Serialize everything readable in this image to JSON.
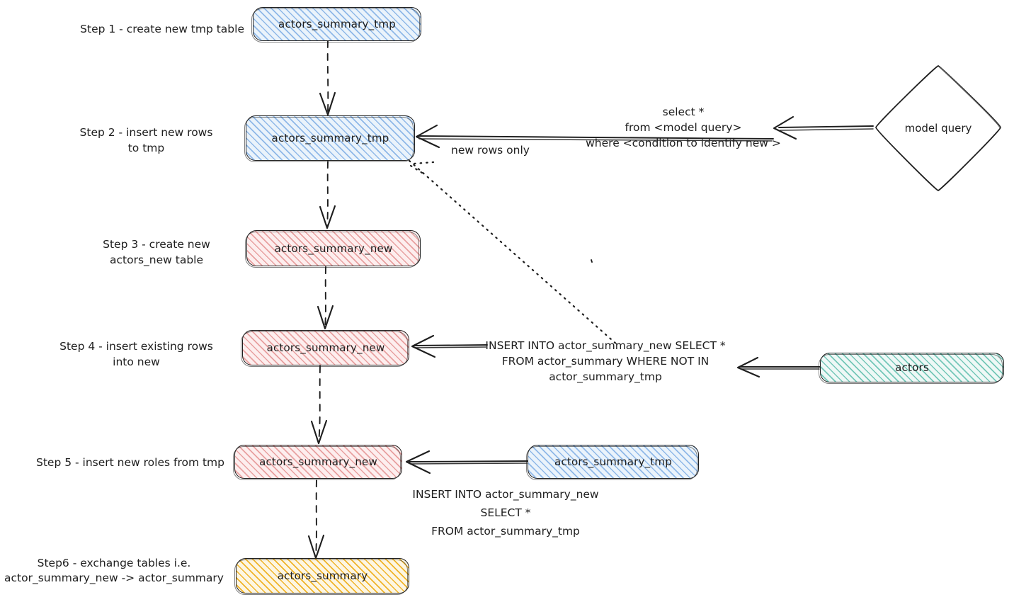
{
  "diagram": {
    "title": "Incremental table rebuild flow",
    "palette": {
      "blue": "#8fb8e8",
      "red": "#e8a0a0",
      "teal": "#74c7b8",
      "amber": "#f0b429",
      "stroke": "#1e1e1e",
      "background": "#ffffff"
    }
  },
  "steps": [
    {
      "id": "step1",
      "label": "Step 1 - create new tmp table"
    },
    {
      "id": "step2",
      "label_line1": "Step 2 - insert new rows",
      "label_line2": "to tmp"
    },
    {
      "id": "step3",
      "label_line1": "Step 3 - create new",
      "label_line2": "actors_new table"
    },
    {
      "id": "step4",
      "label_line1": "Step 4 - insert existing rows",
      "label_line2": "into new"
    },
    {
      "id": "step5",
      "label": "Step 5 - insert new roles from tmp"
    },
    {
      "id": "step6",
      "label_line1": "Step6 - exchange tables i.e.",
      "label_line2": "actor_summary_new -> actor_summary"
    }
  ],
  "nodes": {
    "tmp_step1": {
      "label": "actors_summary_tmp",
      "fill": "blue",
      "shape": "rounded-rect"
    },
    "tmp_step2": {
      "label": "actors_summary_tmp",
      "fill": "blue",
      "shape": "rounded-rect"
    },
    "new_step3": {
      "label": "actors_summary_new",
      "fill": "red",
      "shape": "rounded-rect"
    },
    "new_step4": {
      "label": "actors_summary_new",
      "fill": "red",
      "shape": "rounded-rect"
    },
    "new_step5": {
      "label": "actors_summary_new",
      "fill": "red",
      "shape": "rounded-rect"
    },
    "tmp_step5": {
      "label": "actors_summary_tmp",
      "fill": "blue",
      "shape": "rounded-rect"
    },
    "actors": {
      "label": "actors",
      "fill": "teal",
      "shape": "rounded-rect"
    },
    "summary_final": {
      "label": "actors_summary",
      "fill": "amber",
      "shape": "rounded-rect"
    },
    "model_query": {
      "label": "model query",
      "fill": "none",
      "shape": "diamond"
    }
  },
  "annotations": {
    "new_rows_only": "new rows only",
    "model_query_sql_line1": "select *",
    "model_query_sql_line2": "from <model query>",
    "model_query_sql_line3": "where <condition to identify new >",
    "step4_sql_line1": "INSERT INTO actor_summary_new SELECT *",
    "step4_sql_line2": "FROM actor_summary WHERE NOT IN",
    "step4_sql_line3": "actor_summary_tmp",
    "step5_sql_line1": "INSERT INTO actor_summary_new",
    "step5_sql_line2": "SELECT *",
    "step5_sql_line3": "FROM actor_summary_tmp"
  },
  "connectors": [
    {
      "id": "c1",
      "from": "tmp_step1",
      "to": "tmp_step2",
      "style": "dashed",
      "direction": "down"
    },
    {
      "id": "c2",
      "from": "model_query",
      "to": "tmp_step2",
      "style": "solid",
      "direction": "left"
    },
    {
      "id": "c3",
      "from": "tmp_step2",
      "to": "new_step3",
      "style": "dashed",
      "direction": "down"
    },
    {
      "id": "c4",
      "from": "tmp_step2",
      "to": "step4_sql",
      "style": "dotted",
      "direction": "diagonal"
    },
    {
      "id": "c5",
      "from": "new_step3",
      "to": "new_step4",
      "style": "dashed",
      "direction": "down"
    },
    {
      "id": "c6",
      "from": "step4_sql",
      "to": "new_step4",
      "style": "solid",
      "direction": "left"
    },
    {
      "id": "c7",
      "from": "actors",
      "to": "step4_sql",
      "style": "solid",
      "direction": "left"
    },
    {
      "id": "c8",
      "from": "new_step4",
      "to": "new_step5",
      "style": "dashed",
      "direction": "down"
    },
    {
      "id": "c9",
      "from": "tmp_step5",
      "to": "new_step5",
      "style": "solid",
      "direction": "left"
    },
    {
      "id": "c10",
      "from": "new_step5",
      "to": "summary_final",
      "style": "dashed",
      "direction": "down"
    }
  ]
}
